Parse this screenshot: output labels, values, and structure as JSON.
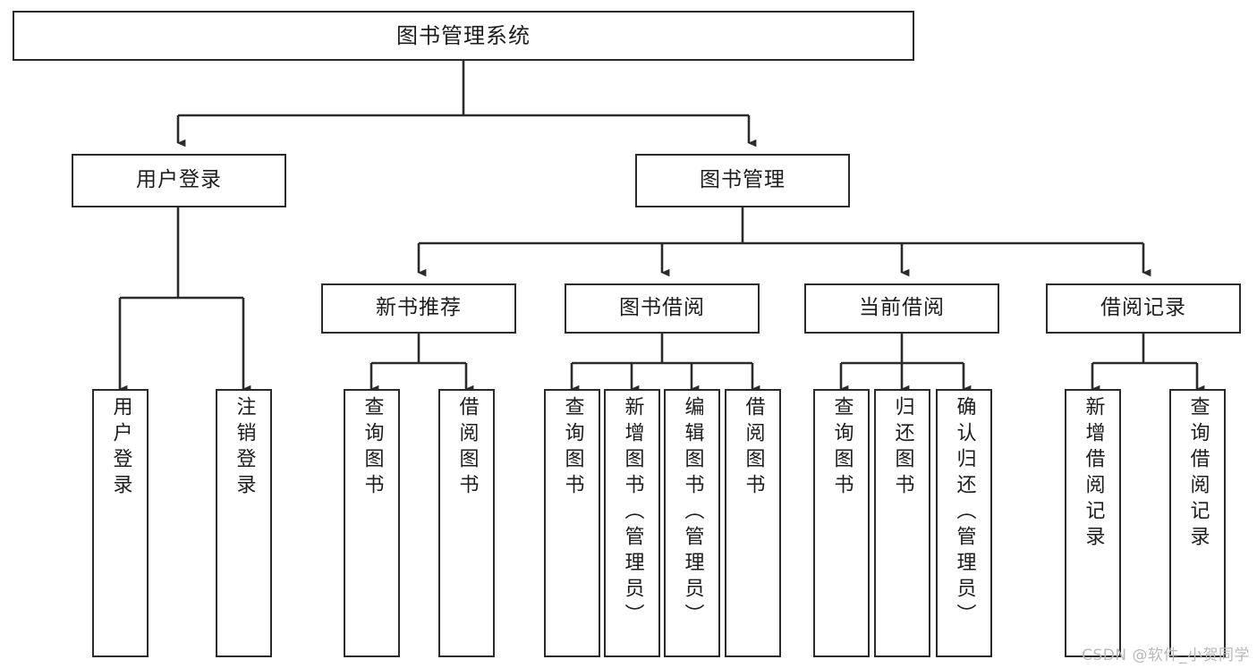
{
  "diagram": {
    "title": "图书管理系统",
    "type": "tree-hierarchy-diagram",
    "colors": {
      "box_border": "#2b2b2b",
      "box_fill": "#ffffff",
      "edge": "#2b2b2b",
      "text": "#1d1d1d",
      "watermark": "#b9b9b9",
      "background": "#ffffff"
    }
  },
  "nodes": {
    "root": {
      "label": "图书管理系统"
    },
    "level2": [
      {
        "id": "user-login",
        "label": "用户登录"
      },
      {
        "id": "book-management",
        "label": "图书管理"
      }
    ],
    "level3": [
      {
        "id": "new-book-recommend",
        "label": "新书推荐"
      },
      {
        "id": "book-borrow",
        "label": "图书借阅"
      },
      {
        "id": "current-borrow",
        "label": "当前借阅"
      },
      {
        "id": "borrow-record",
        "label": "借阅记录"
      }
    ],
    "leaves": {
      "user_login": [
        {
          "id": "user-login-leaf",
          "label": "用户登录"
        },
        {
          "id": "user-logout-leaf",
          "label": "注销登录"
        }
      ],
      "new_book_recommend": [
        {
          "id": "query-book-1",
          "label": "查询图书"
        },
        {
          "id": "borrow-book-1",
          "label": "借阅图书"
        }
      ],
      "book_borrow": [
        {
          "id": "query-book-2",
          "label": "查询图书"
        },
        {
          "id": "add-book",
          "label": "新增图书（管理员）"
        },
        {
          "id": "edit-book",
          "label": "编辑图书（管理员）"
        },
        {
          "id": "borrow-book-2",
          "label": "借阅图书"
        }
      ],
      "current_borrow": [
        {
          "id": "query-book-3",
          "label": "查询图书"
        },
        {
          "id": "return-book",
          "label": "归还图书"
        },
        {
          "id": "confirm-return",
          "label": "确认归还（管理员）"
        }
      ],
      "borrow_record": [
        {
          "id": "add-borrow-record",
          "label": "新增借阅记录"
        },
        {
          "id": "query-borrow-record",
          "label": "查询借阅记录"
        }
      ]
    }
  },
  "watermark": {
    "text": "CSDN @软件_小贺同学"
  }
}
